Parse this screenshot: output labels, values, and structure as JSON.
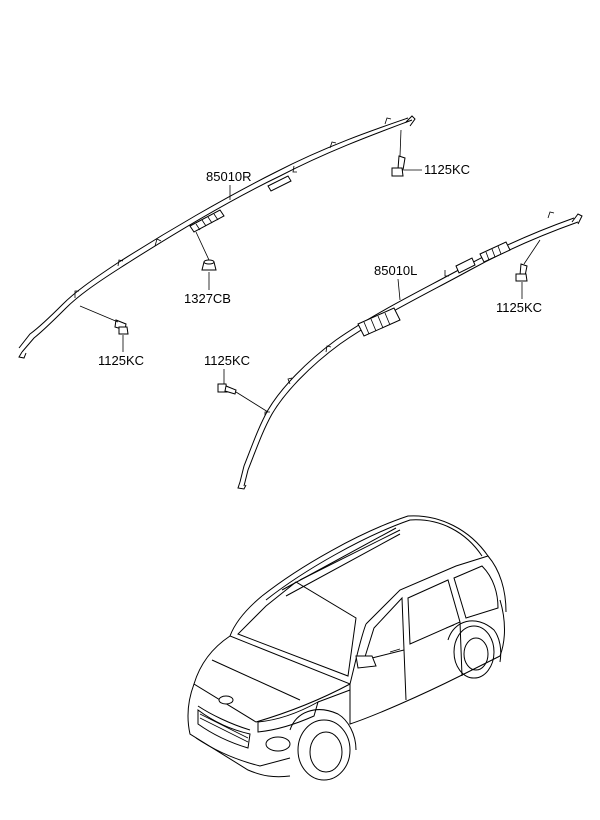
{
  "labels": {
    "airbag_right": "85010R",
    "airbag_left": "85010L",
    "nut": "1327CB",
    "bolt_right_top": "1125KC",
    "bolt_right_bottom": "1125KC",
    "bolt_left_top": "1125KC",
    "bolt_left_bottom": "1125KC"
  }
}
